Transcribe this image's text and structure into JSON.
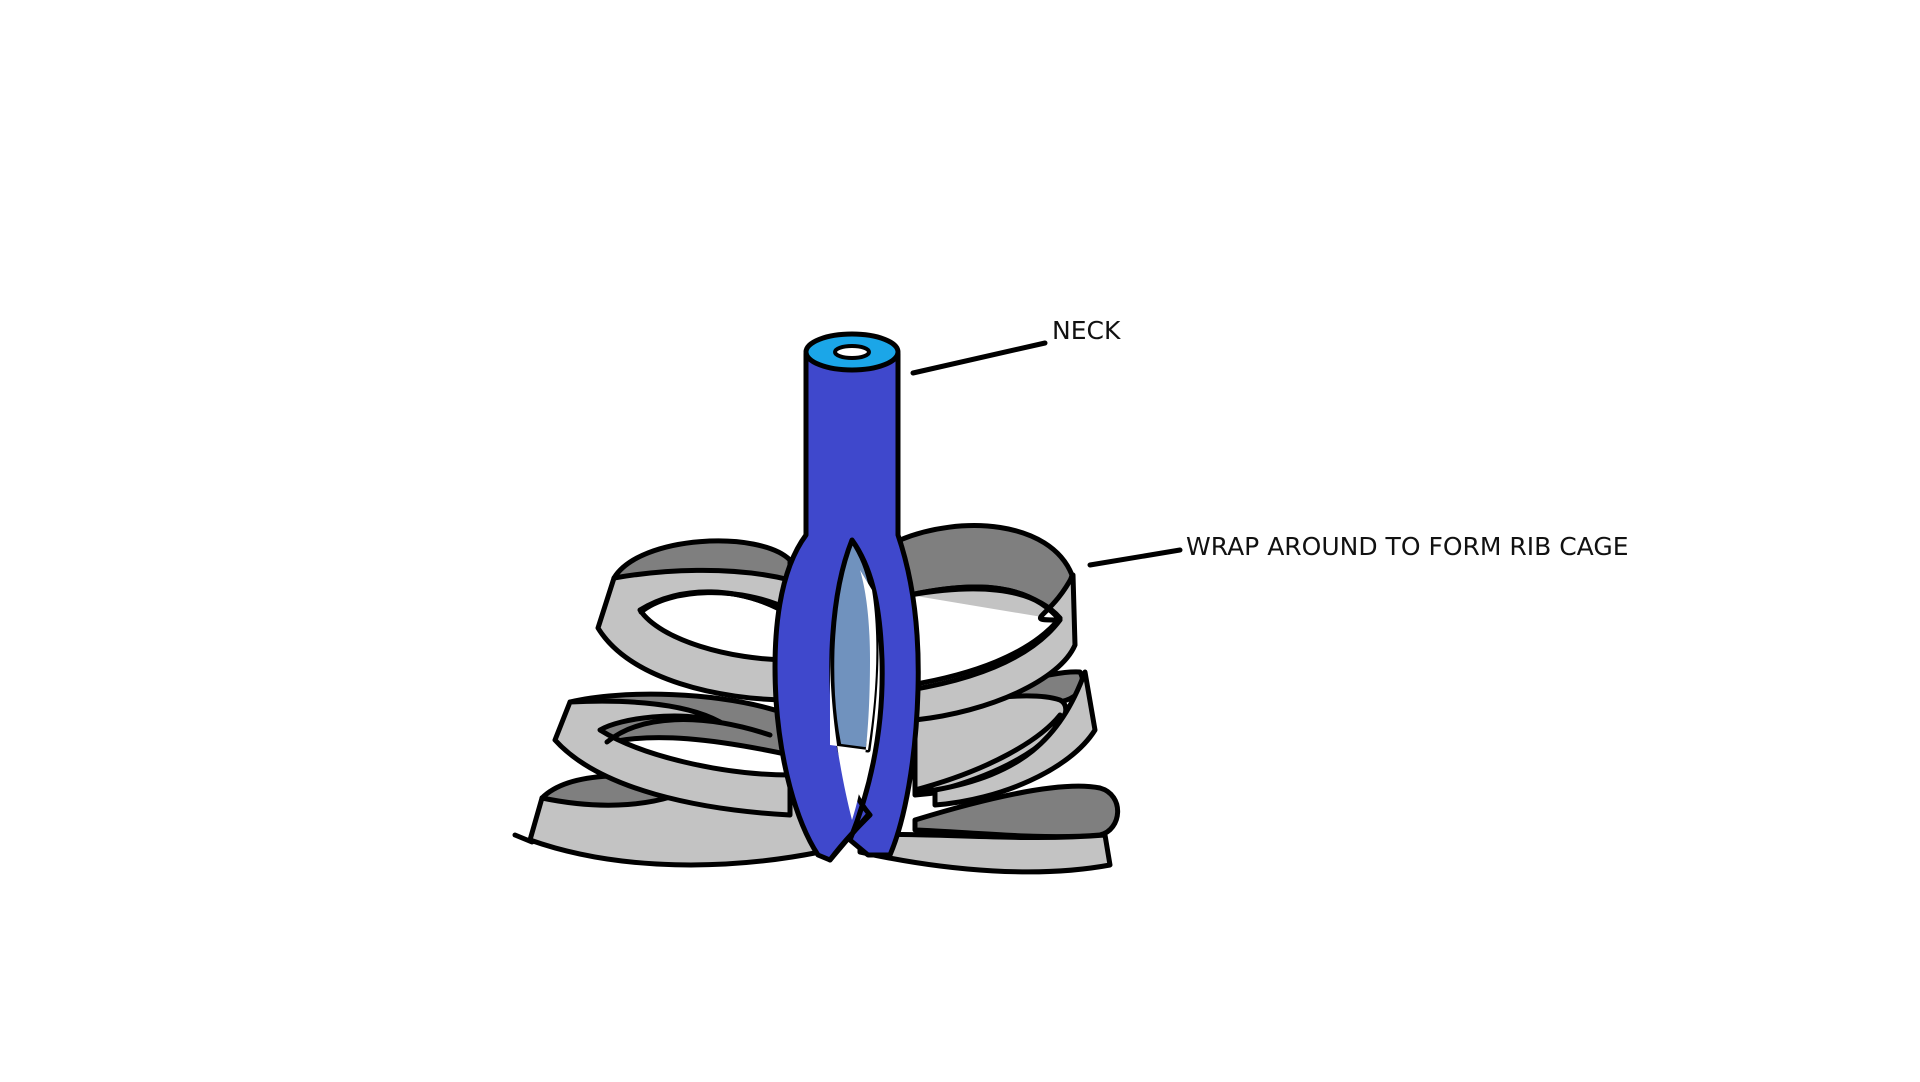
{
  "labels": {
    "neck": "NECK",
    "rib_cage": "WRAP AROUND TO FORM RIB CAGE"
  },
  "colors": {
    "background": "#ffffff",
    "neck_blue": "#3f48cc",
    "neck_top_cyan": "#1ba6e8",
    "sternum_light_blue": "#7092be",
    "rib_outer_light_gray": "#c3c3c3",
    "rib_inner_dark_gray": "#7f7f7f",
    "outline": "#000000"
  },
  "parts": [
    {
      "name": "neck",
      "description": "Blue tube with cyan hollow top"
    },
    {
      "name": "sternum",
      "description": "Light blue strip between forked neck"
    },
    {
      "name": "ribs",
      "description": "Three pairs of gray curled bands wrapping around"
    }
  ]
}
